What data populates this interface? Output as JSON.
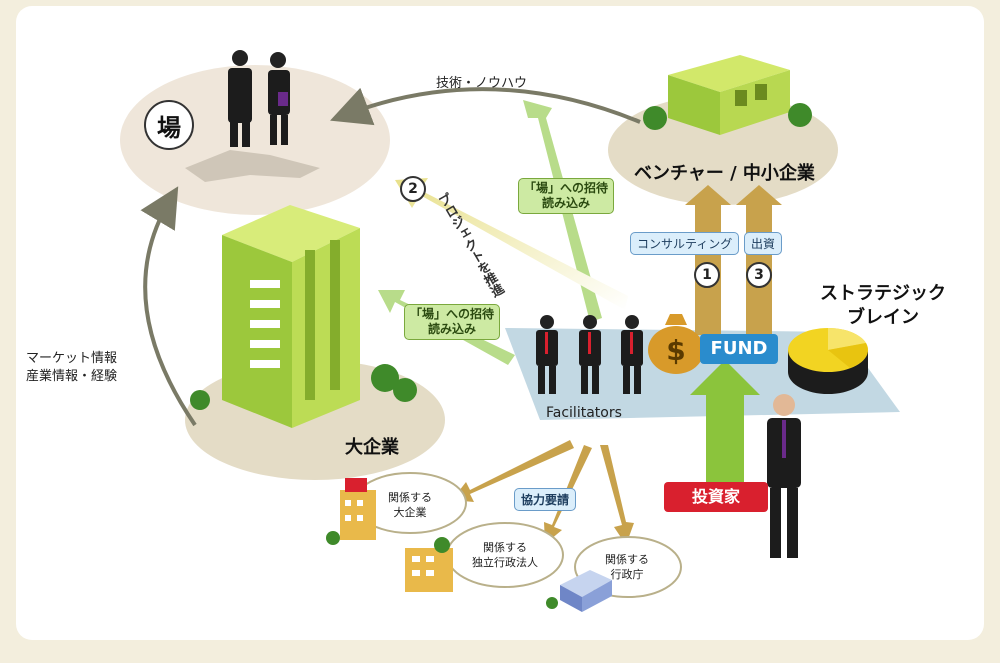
{
  "ba_label": "場",
  "tech_label": "技術・ノウハウ",
  "venture_label": "ベンチャー / 中小企業",
  "invite_label_1": "「場」への招待\n読み込み",
  "invite_label_2": "「場」への招待\n読み込み",
  "step2_number": "2",
  "project_label": "プロジェクトを推進",
  "market_label": "マーケット情報\n産業情報・経験",
  "big_company_label": "大企業",
  "consulting_label": "コンサルティング",
  "investment_label": "出資",
  "step1_number": "1",
  "step3_number": "3",
  "strategic_label": "ストラテジック\nブレイン",
  "fund_label": "FUND",
  "facilitators_label": "Facilitators",
  "investor_label": "投資家",
  "cooperation_label": "協力要請",
  "related_big_label": "関係する\n大企業",
  "related_agency_label": "関係する\n独立行政法人",
  "related_gov_label": "関係する\n行政庁",
  "colors": {
    "accent_green": "#9cc83c",
    "arrow_green": "#b8dc8a",
    "arrow_tan": "#c8a24c",
    "red": "#d9202e",
    "blue": "#2a8ccd",
    "oval": "#e5dcc7"
  }
}
